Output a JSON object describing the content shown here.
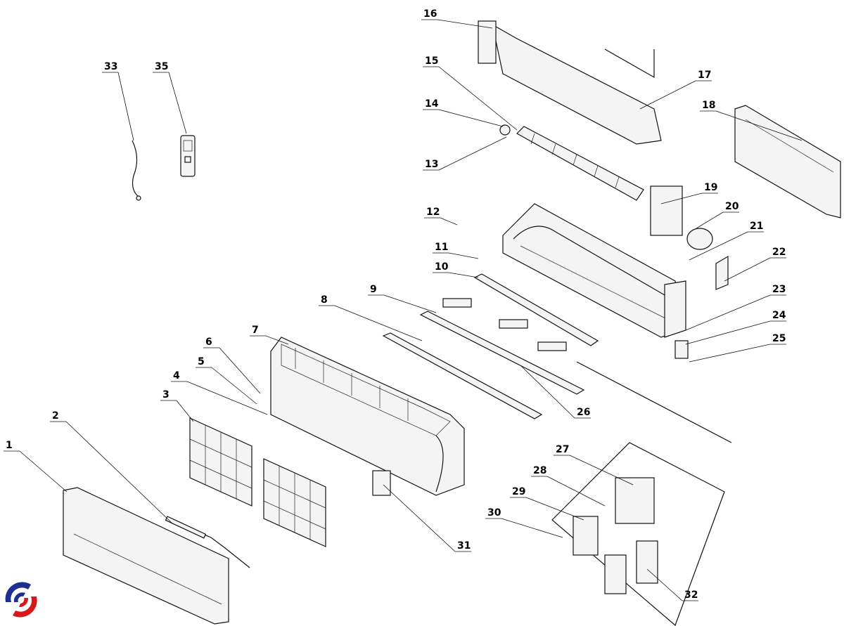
{
  "title": "Indoor unit exploded view",
  "labels": [
    "1",
    "2",
    "3",
    "4",
    "5",
    "6",
    "7",
    "8",
    "9",
    "10",
    "11",
    "12",
    "13",
    "14",
    "15",
    "16",
    "17",
    "18",
    "19",
    "20",
    "21",
    "22",
    "23",
    "24",
    "25",
    "26",
    "27",
    "28",
    "29",
    "30",
    "31",
    "32",
    "33",
    "35"
  ],
  "colors": {
    "logo_blue": "#1e2f8f",
    "logo_red": "#d7191c",
    "line": "#111111"
  }
}
